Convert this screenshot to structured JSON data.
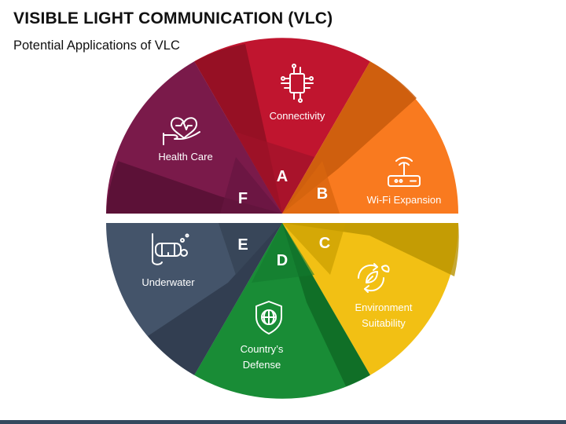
{
  "header": {
    "title": "VISIBLE LIGHT COMMUNICATION (VLC)",
    "subtitle": "Potential Applications of VLC"
  },
  "segments": [
    {
      "id": "A",
      "letter": "A",
      "label_lines": [
        "Connectivity"
      ],
      "icon": "circuit-icon",
      "color": "#c0152f",
      "dark": "#8e0f22"
    },
    {
      "id": "B",
      "letter": "B",
      "label_lines": [
        "Wi-Fi Expansion"
      ],
      "icon": "router-icon",
      "color": "#f97a1f",
      "dark": "#c85a0c"
    },
    {
      "id": "C",
      "letter": "C",
      "label_lines": [
        "Environment",
        "Suitability"
      ],
      "icon": "eco-recycle-icon",
      "color": "#f2c014",
      "dark": "#b89200"
    },
    {
      "id": "D",
      "letter": "D",
      "label_lines": [
        "Country’s",
        "Defense"
      ],
      "icon": "globe-shield-icon",
      "color": "#198c36",
      "dark": "#0f6a25"
    },
    {
      "id": "E",
      "letter": "E",
      "label_lines": [
        "Underwater"
      ],
      "icon": "diving-mask-icon",
      "color": "#44546a",
      "dark": "#2f3b4c"
    },
    {
      "id": "F",
      "letter": "F",
      "label_lines": [
        "Health Care"
      ],
      "icon": "heart-hand-icon",
      "color": "#7a1a4a",
      "dark": "#571034"
    }
  ]
}
